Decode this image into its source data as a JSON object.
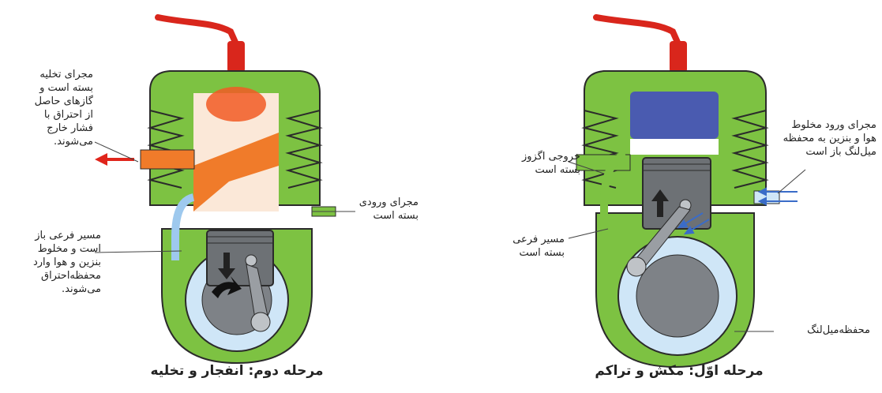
{
  "stage2": {
    "caption": "مرحله دوم: انفجار و تخلیه",
    "exhaust_label": "مجرای تخلیه\nبسته است و\nگازهای حاصل\nاز احتراق با\nفشار خارج\nمی‌شوند.",
    "intake_label": "مجرای ورودی\nبسته است",
    "bypass_label": "مسیر فرعی باز\nاست و مخلوط\nبنزین و هوا وارد\nمحفظه‌احتراق\nمی‌شوند."
  },
  "stage1": {
    "caption": "مرحله اوّل: مکش و تراکم",
    "exhaust_label": "خروجی اگزوز\nبسته است",
    "intake_label": "مجرای ورود مخلوط\nهوا و بنزین به محفظه\nمیل‌لنگ باز است",
    "bypass_label": "مسیر فرعی\nبسته است",
    "crankcase_label": "محفظه‌میل‌لنگ"
  },
  "colors": {
    "engine_green": "#7dc242",
    "engine_outline": "#2b2b2b",
    "spark_wire": "#d9261c",
    "piston_gray": "#6d7175",
    "compressed_charge": "#4a5bb0",
    "combustion": "#f07b2a",
    "fresh_mixture": "#cfe6f7",
    "flow_arrow_blue": "#3a6cc8"
  }
}
